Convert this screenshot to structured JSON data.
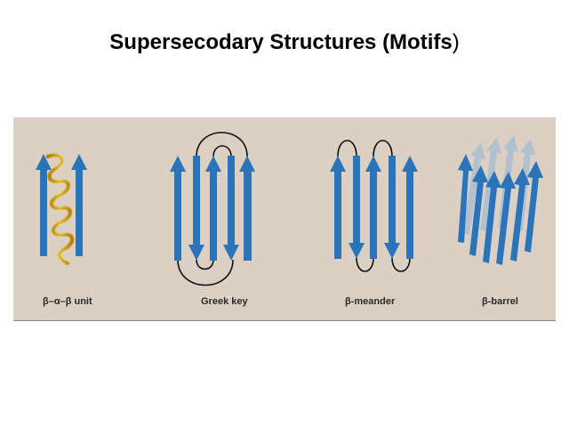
{
  "slide": {
    "title_main": "Supersecodary Structures (Motifs",
    "title_close": ")"
  },
  "colors": {
    "strand": "#2b74b9",
    "strand_light": "#8fb6da",
    "helix": "#d7a92a",
    "loop": "#111111",
    "panel": "#dbd0c3"
  },
  "motifs": [
    {
      "id": "beta-alpha-beta",
      "label": "β–α–β unit",
      "icon": "beta-alpha-beta-icon"
    },
    {
      "id": "greek-key",
      "label": "Greek key",
      "icon": "greek-key-icon"
    },
    {
      "id": "beta-meander",
      "label": "β-meander",
      "icon": "beta-meander-icon"
    },
    {
      "id": "beta-barrel",
      "label": "β-barrel",
      "icon": "beta-barrel-icon"
    }
  ]
}
